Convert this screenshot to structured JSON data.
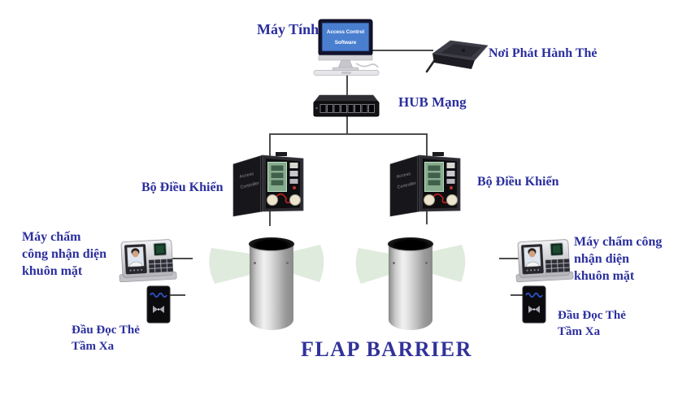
{
  "colors": {
    "label": "#2b2f9e",
    "title": "#32329a",
    "line": "#4d4d4d",
    "screen_blue": "#4a7fd0",
    "wing_green": "#d7e6d3"
  },
  "computer": {
    "label": "Máy Tính",
    "screen_lines": [
      "Access Control",
      "Software"
    ]
  },
  "card_issuer": {
    "label": "Nơi Phát Hành Thẻ"
  },
  "hub": {
    "label": "HUB Mạng"
  },
  "controllers": {
    "door_lines": [
      "Access",
      "Controller"
    ],
    "left": {
      "label": "Bộ Điều Khiển"
    },
    "right": {
      "label": "Bộ Điều Khiển"
    }
  },
  "face_terminals": {
    "left": {
      "label_lines": [
        "Máy chấm",
        "công nhận diện",
        "khuôn mặt"
      ]
    },
    "right": {
      "label_lines": [
        "Máy chấm công",
        "nhận diện",
        "khuôn mặt"
      ]
    }
  },
  "card_readers": {
    "left": {
      "label_lines": [
        "Đầu Đọc Thẻ",
        "Tầm Xa"
      ]
    },
    "right": {
      "label_lines": [
        "Đầu Đọc Thẻ",
        "Tầm Xa"
      ]
    }
  },
  "barrier": {
    "label": "FLAP BARRIER"
  }
}
